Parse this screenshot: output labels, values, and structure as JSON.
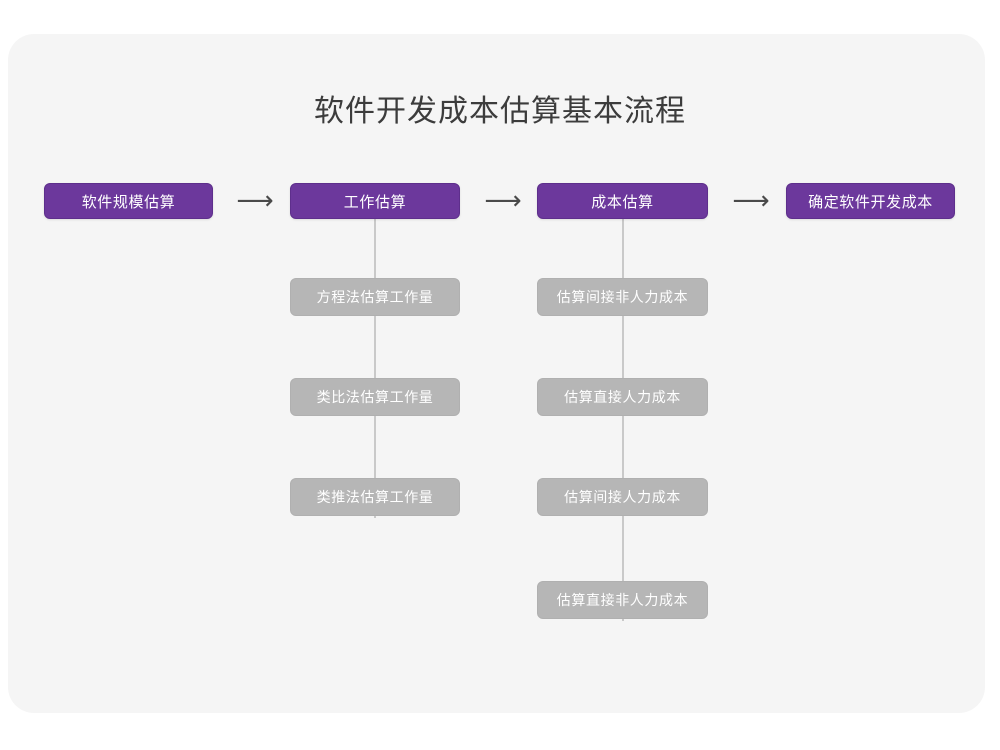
{
  "page": {
    "title": "软件开发成本估算基本流程",
    "card_background": "#f5f5f5",
    "outer_background": "#ffffff"
  },
  "colors": {
    "primary_fill": "#6c389c",
    "primary_border": "#5e2f8c",
    "primary_text": "#ffffff",
    "secondary_fill": "#b6b6b6",
    "secondary_text": "#ffffff",
    "connector_line": "#c9c9c9",
    "arrow": "#4a4a4a",
    "title_text": "#3c3c3c"
  },
  "diagram": {
    "type": "flowchart",
    "stages": [
      {
        "id": "stage-1",
        "label": "软件规模估算",
        "substeps": []
      },
      {
        "id": "stage-2",
        "label": "工作估算",
        "substeps": [
          {
            "id": "substep-2-1",
            "label": "方程法估算工作量"
          },
          {
            "id": "substep-2-2",
            "label": "类比法估算工作量"
          },
          {
            "id": "substep-2-3",
            "label": "类推法估算工作量"
          }
        ]
      },
      {
        "id": "stage-3",
        "label": "成本估算",
        "substeps": [
          {
            "id": "substep-3-1",
            "label": "估算间接非人力成本"
          },
          {
            "id": "substep-3-2",
            "label": "估算直接人力成本"
          },
          {
            "id": "substep-3-3",
            "label": "估算间接人力成本"
          },
          {
            "id": "substep-3-4",
            "label": "估算直接非人力成本"
          }
        ]
      },
      {
        "id": "stage-4",
        "label": "确定软件开发成本",
        "substeps": []
      }
    ],
    "arrows": [
      {
        "id": "arrow-1",
        "glyph": "⟶",
        "from": "stage-1",
        "to": "stage-2"
      },
      {
        "id": "arrow-2",
        "glyph": "⟶",
        "from": "stage-2",
        "to": "stage-3"
      },
      {
        "id": "arrow-3",
        "glyph": "⟶",
        "from": "stage-3",
        "to": "stage-4"
      }
    ]
  }
}
